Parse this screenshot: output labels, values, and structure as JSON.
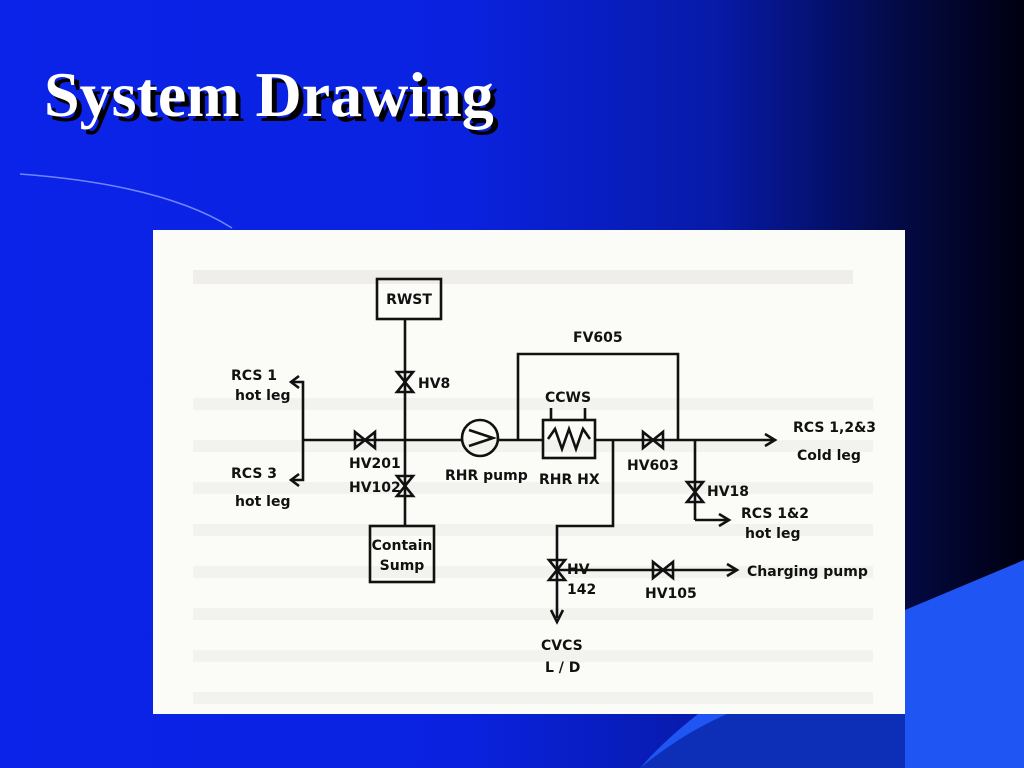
{
  "slide": {
    "title": "System Drawing"
  },
  "diagram": {
    "labels": {
      "rwst": "RWST",
      "hv8": "HV8",
      "fv605": "FV605",
      "ccws": "CCWS",
      "rcs1": "RCS 1",
      "hot_leg_1": "hot leg",
      "rcs3": "RCS 3",
      "hot_leg_3": "hot leg",
      "hv201": "HV201",
      "hv102": "HV102",
      "rhr_pump": "RHR pump",
      "rhr_hx": "RHR HX",
      "hv603": "HV603",
      "rcs123": "RCS 1,2&3",
      "cold_leg": "Cold leg",
      "hv18": "HV18",
      "rcs12": "RCS 1&2",
      "hot_leg_12": "hot leg",
      "contain": "Contain",
      "sump": "Sump",
      "hv": "HV",
      "hv_142": "142",
      "hv105": "HV105",
      "charging_pump": "Charging pump",
      "cvcs": "CVCS",
      "ld": "L / D"
    }
  },
  "colors": {
    "background_left": "#0b23e8",
    "background_right": "#000010",
    "title_text": "#ffffff",
    "title_shadow": "#000000",
    "accent_blue": "#1e58ff",
    "paper": "#fbfbf8"
  }
}
